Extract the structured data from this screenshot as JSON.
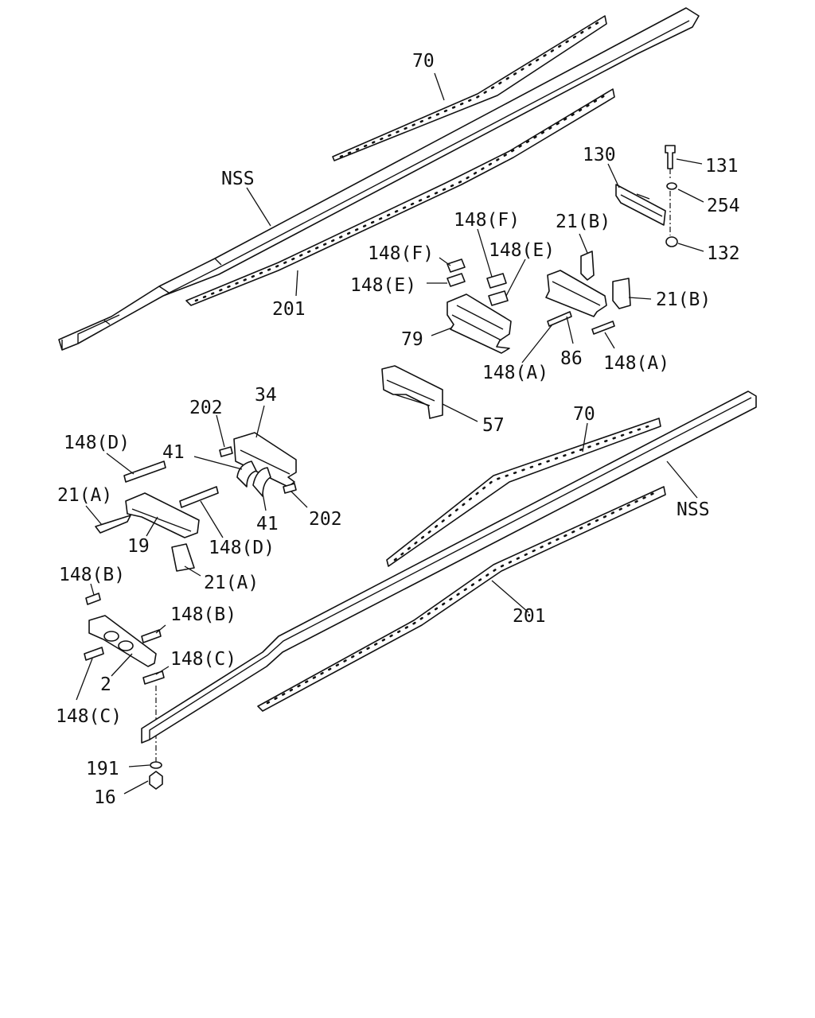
{
  "diagram": {
    "labels": {
      "70_top": "70",
      "nss_top": "NSS",
      "201_top": "201",
      "130": "130",
      "131": "131",
      "254": "254",
      "132": "132",
      "21b_top": "21(B)",
      "21b_right": "21(B)",
      "148f_a": "148(F)",
      "148f_b": "148(F)",
      "148e_a": "148(E)",
      "148e_b": "148(E)",
      "79": "79",
      "148a_a": "148(A)",
      "86": "86",
      "148a_b": "148(A)",
      "57": "57",
      "202_top": "202",
      "34": "34",
      "148d_top": "148(D)",
      "41_top": "41",
      "41_bottom": "41",
      "202_bottom": "202",
      "21a_left": "21(A)",
      "19": "19",
      "148d_bottom": "148(D)",
      "21a_bottom": "21(A)",
      "70_bottom": "70",
      "nss_bottom": "NSS",
      "201_bottom": "201",
      "148b_top": "148(B)",
      "148b_right": "148(B)",
      "148c_right": "148(C)",
      "2": "2",
      "148c_left": "148(C)",
      "191": "191",
      "16": "16"
    }
  }
}
